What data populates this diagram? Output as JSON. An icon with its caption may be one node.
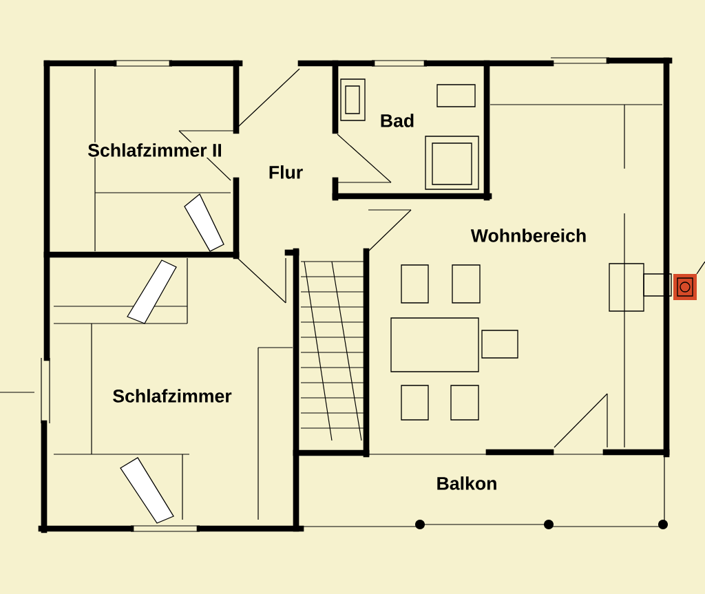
{
  "diagram": {
    "labels": [
      "Schlafzimmer II",
      "Flur",
      "Bad",
      "Wohnbereich",
      "Schlafzimmer",
      "Balkon"
    ]
  }
}
